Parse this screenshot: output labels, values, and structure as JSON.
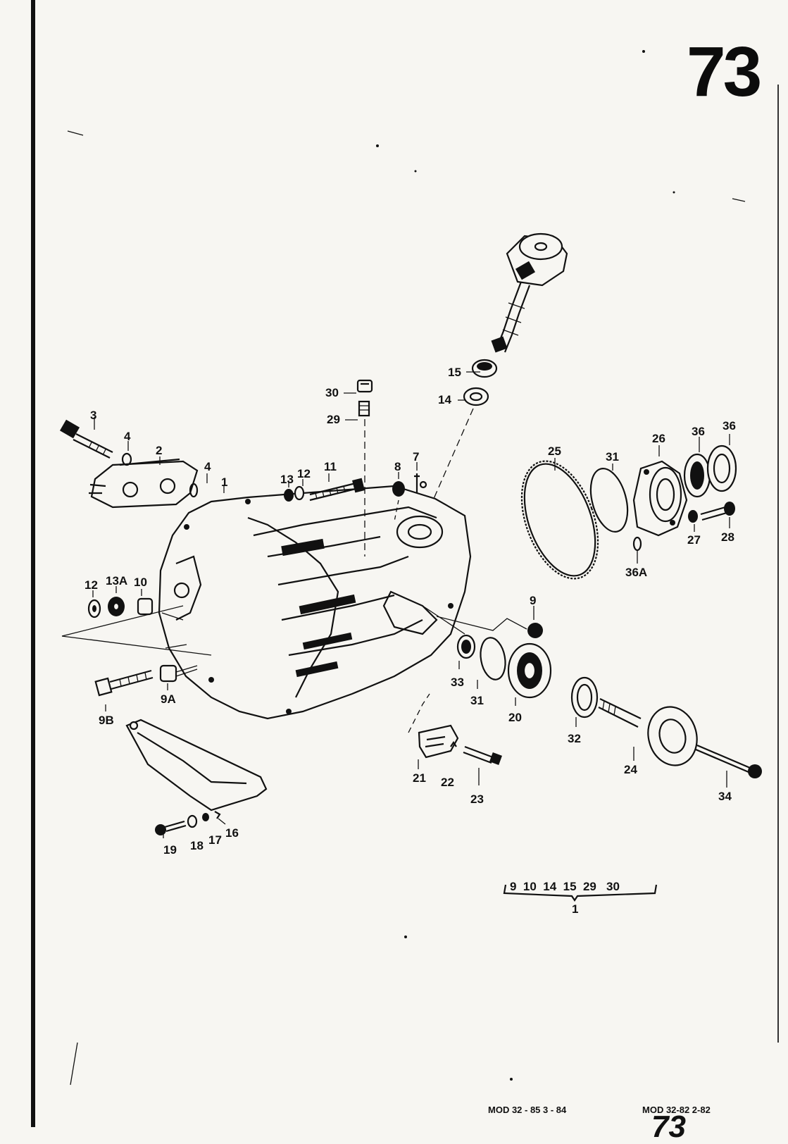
{
  "page_number": "73",
  "footer": {
    "left": "MOD 32 - 85   3 - 84",
    "right": "MOD 32-82  2-82",
    "stamp": "73"
  },
  "callouts": {
    "c1": "1",
    "c2": "2",
    "c3": "3",
    "c4a": "4",
    "c4b": "4",
    "c7": "7",
    "c8": "8",
    "c9": "9",
    "c9A": "9A",
    "c9B": "9B",
    "c10": "10",
    "c11": "11",
    "c12a": "12",
    "c12b": "12",
    "c13": "13",
    "c13A": "13A",
    "c14": "14",
    "c15": "15",
    "c16": "16",
    "c17": "17",
    "c18": "18",
    "c19": "19",
    "c20": "20",
    "c21": "21",
    "c22": "22",
    "c23": "23",
    "c24": "24",
    "c25": "25",
    "c26": "26",
    "c27": "27",
    "c28": "28",
    "c29": "29",
    "c30": "30",
    "c31a": "31",
    "c31b": "31",
    "c32": "32",
    "c33": "33",
    "c34": "34",
    "c36a": "36",
    "c36b": "36",
    "c36A": "36A"
  },
  "kit": {
    "items": "9  10  14  15  29   30",
    "total": "1"
  },
  "colors": {
    "ink": "#111111",
    "paper": "#f7f6f2"
  }
}
